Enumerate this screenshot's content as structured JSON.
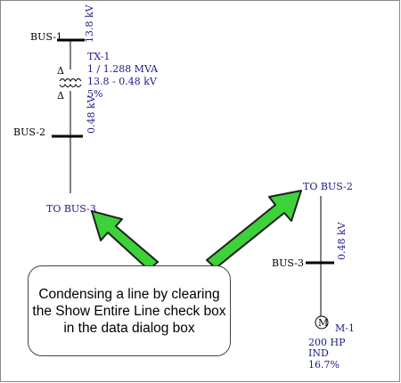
{
  "left_diagram": {
    "bus1": {
      "name": "BUS-1",
      "voltage": "13.8 kV"
    },
    "transformer": {
      "name": "TX-1",
      "rating": "1 / 1.288 MVA",
      "voltage_ratio": "13.8 - 0.48 kV",
      "impedance": "5%"
    },
    "bus2": {
      "name": "BUS-2",
      "voltage": "0.48 kV"
    },
    "to_label": "TO BUS-3"
  },
  "right_diagram": {
    "to_label": "TO BUS-2",
    "bus3": {
      "name": "BUS-3",
      "voltage": "0.48 kV"
    },
    "motor": {
      "symbol": "M",
      "name": "M-1",
      "hp": "200 HP",
      "type": "IND",
      "percent": "16.7%"
    }
  },
  "callout": {
    "text_lines": [
      "Condensing a line by clearing",
      "the Show Entire Line check box",
      "in the data dialog box"
    ]
  },
  "colors": {
    "arrow_fill": "#3dd13a",
    "arrow_outline": "#1f1f1f",
    "text_blue": "#1a1a8c"
  }
}
